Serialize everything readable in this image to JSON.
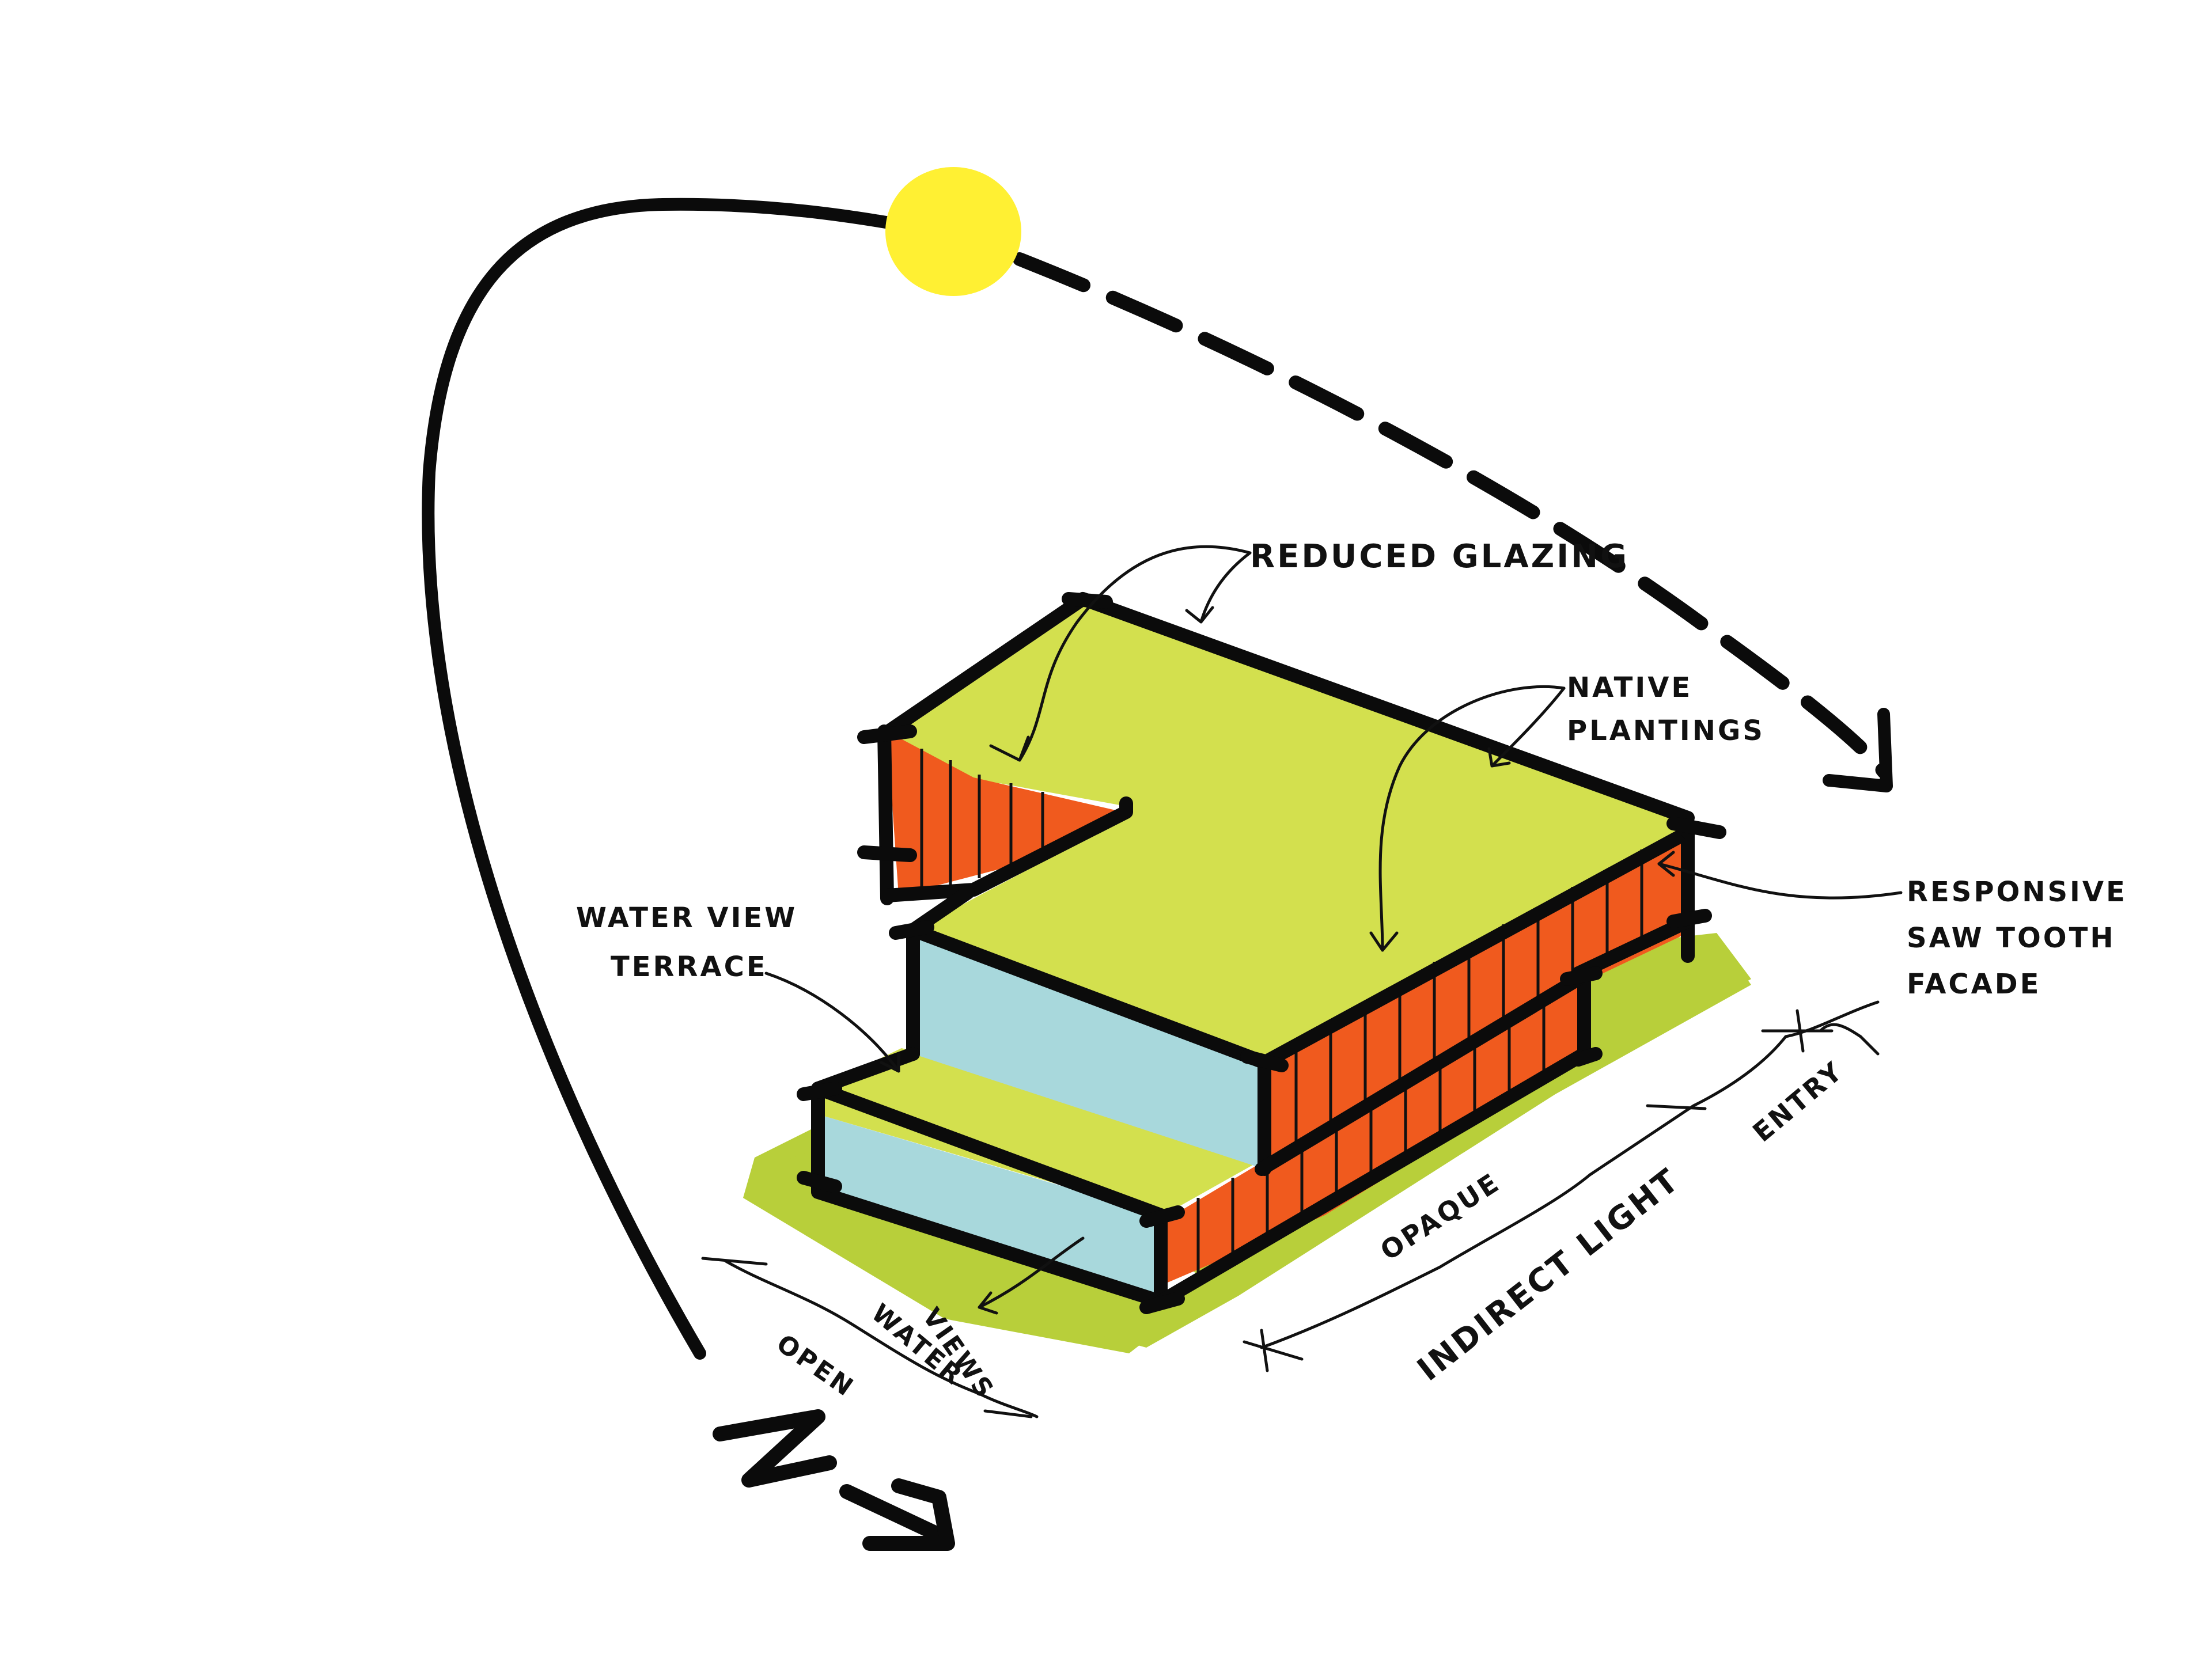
{
  "labels": {
    "reduced_glazing": "REDUCED GLAZING",
    "native_plantings_1": "NATIVE",
    "native_plantings_2": "PLANTINGS",
    "responsive_1": "RESPONSIVE",
    "responsive_2": "SAW TOOTH",
    "responsive_3": "FACADE",
    "water_view_terrace_1": "WATER VIEW",
    "water_view_terrace_2": "TERRACE",
    "opaque": "OPAQUE",
    "indirect_light": "INDIRECT LIGHT",
    "entry": "ENTRY",
    "open": "OPEN",
    "water_views_1": "WATER",
    "water_views_2": "VIEWS",
    "north": "N"
  },
  "colors": {
    "roof_green": "#d3e04e",
    "ground_green": "#b8cf3a",
    "facade_orange": "#f05a1e",
    "glazing_blue": "#a8d8dc",
    "sun_yellow": "#fff033",
    "ink": "#0b0b0b"
  },
  "icons": {
    "sun": "sun-icon",
    "north_arrow": "north-arrow-icon"
  }
}
